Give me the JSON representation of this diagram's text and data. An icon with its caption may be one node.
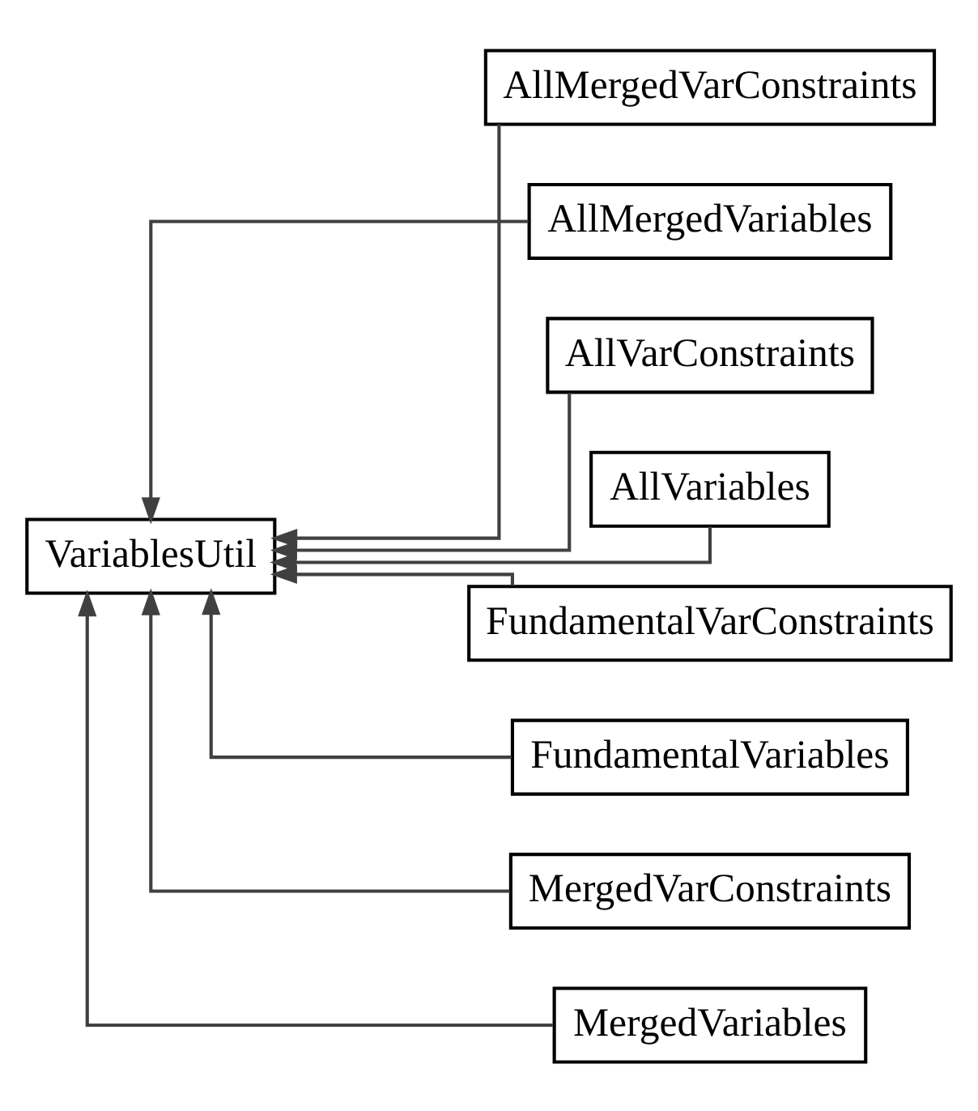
{
  "diagram": {
    "nodes": [
      {
        "text": [
          "VariablesUtil"
        ]
      },
      {
        "text": [
          "AllMergedVarConstraints"
        ]
      },
      {
        "text": [
          "AllMergedVariables"
        ]
      },
      {
        "text": [
          "AllVarConstraints"
        ]
      },
      {
        "text": [
          "AllVariables"
        ]
      },
      {
        "text": [
          "FundamentalVarConstraints"
        ]
      },
      {
        "text": [
          "FundamentalVariables"
        ]
      },
      {
        "text": [
          "MergedVarConstraints"
        ]
      },
      {
        "text": [
          "MergedVariables"
        ]
      }
    ],
    "edges": [
      {
        "from": 1,
        "to": 0,
        "arrow": "to"
      },
      {
        "from": 2,
        "to": 0,
        "arrow": "to"
      },
      {
        "from": 3,
        "to": 0,
        "arrow": "to"
      },
      {
        "from": 4,
        "to": 0,
        "arrow": "to"
      },
      {
        "from": 5,
        "to": 0,
        "arrow": "to"
      },
      {
        "from": 6,
        "to": 0,
        "arrow": "to"
      },
      {
        "from": 7,
        "to": 0,
        "arrow": "to"
      },
      {
        "from": 8,
        "to": 0,
        "arrow": "to"
      }
    ]
  }
}
